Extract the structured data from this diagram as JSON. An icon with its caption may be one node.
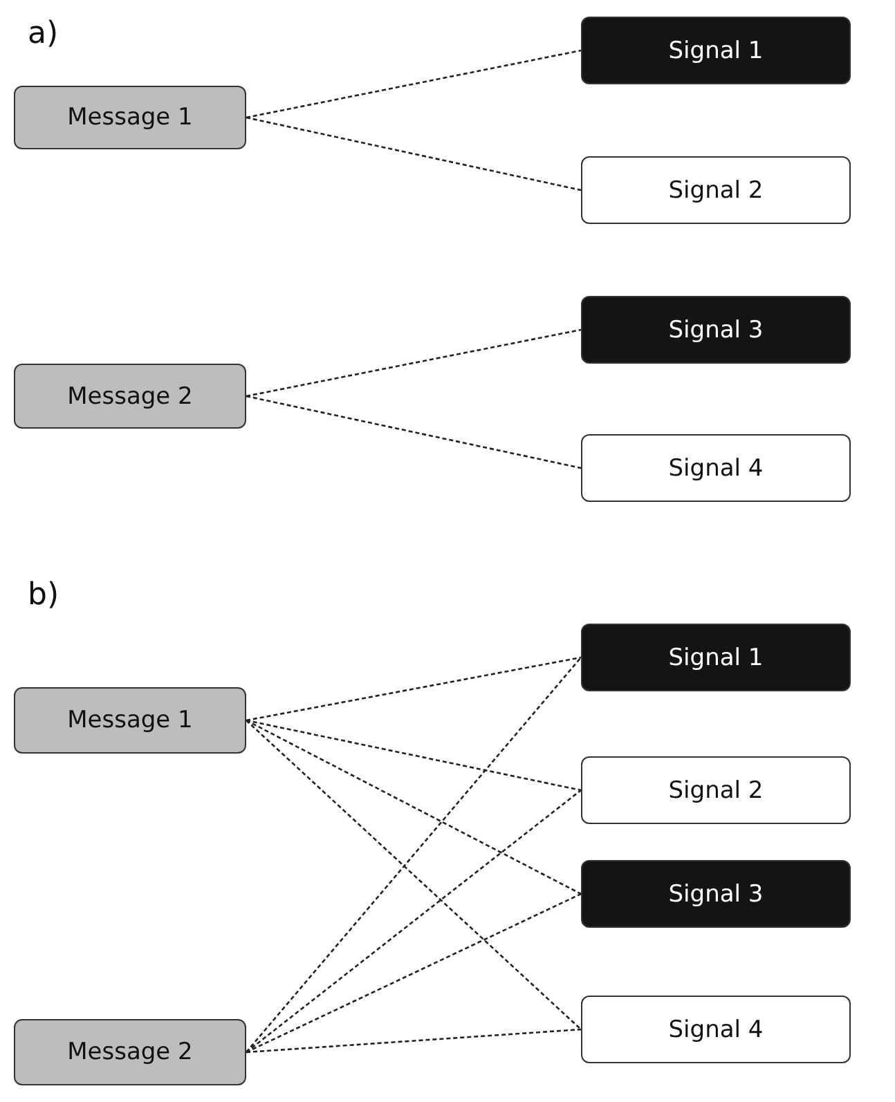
{
  "diagram": {
    "nodes": [
      {
        "text": [
          "Message 1"
        ]
      },
      {
        "text": [
          "Signal 1"
        ]
      },
      {
        "text": [
          "Signal 2"
        ]
      },
      {
        "text": [
          "Message 2"
        ]
      },
      {
        "text": [
          "Signal 3"
        ]
      },
      {
        "text": [
          "Signal 4"
        ]
      },
      {
        "text": [
          "Message 1"
        ]
      },
      {
        "text": [
          "Signal 1"
        ]
      },
      {
        "text": [
          "Signal 2"
        ]
      },
      {
        "text": [
          "Signal 3"
        ]
      },
      {
        "text": [
          "Message 2"
        ]
      },
      {
        "text": [
          "Signal 4"
        ]
      }
    ],
    "edges": [
      {
        "from": 0,
        "to": 1,
        "arrow": "none",
        "style": "dashed"
      },
      {
        "from": 0,
        "to": 2,
        "arrow": "none",
        "style": "dashed"
      },
      {
        "from": 3,
        "to": 4,
        "arrow": "none",
        "style": "dashed"
      },
      {
        "from": 3,
        "to": 5,
        "arrow": "none",
        "style": "dashed"
      },
      {
        "from": 6,
        "to": 7,
        "arrow": "none",
        "style": "dashed"
      },
      {
        "from": 6,
        "to": 8,
        "arrow": "none",
        "style": "dashed"
      },
      {
        "from": 6,
        "to": 9,
        "arrow": "none",
        "style": "dashed"
      },
      {
        "from": 6,
        "to": 11,
        "arrow": "none",
        "style": "dashed"
      },
      {
        "from": 10,
        "to": 7,
        "arrow": "none",
        "style": "dashed"
      },
      {
        "from": 10,
        "to": 8,
        "arrow": "none",
        "style": "dashed"
      },
      {
        "from": 10,
        "to": 9,
        "arrow": "none",
        "style": "dashed"
      },
      {
        "from": 10,
        "to": 11,
        "arrow": "none",
        "style": "dashed"
      }
    ],
    "labels": [
      "a)",
      "b)"
    ]
  }
}
